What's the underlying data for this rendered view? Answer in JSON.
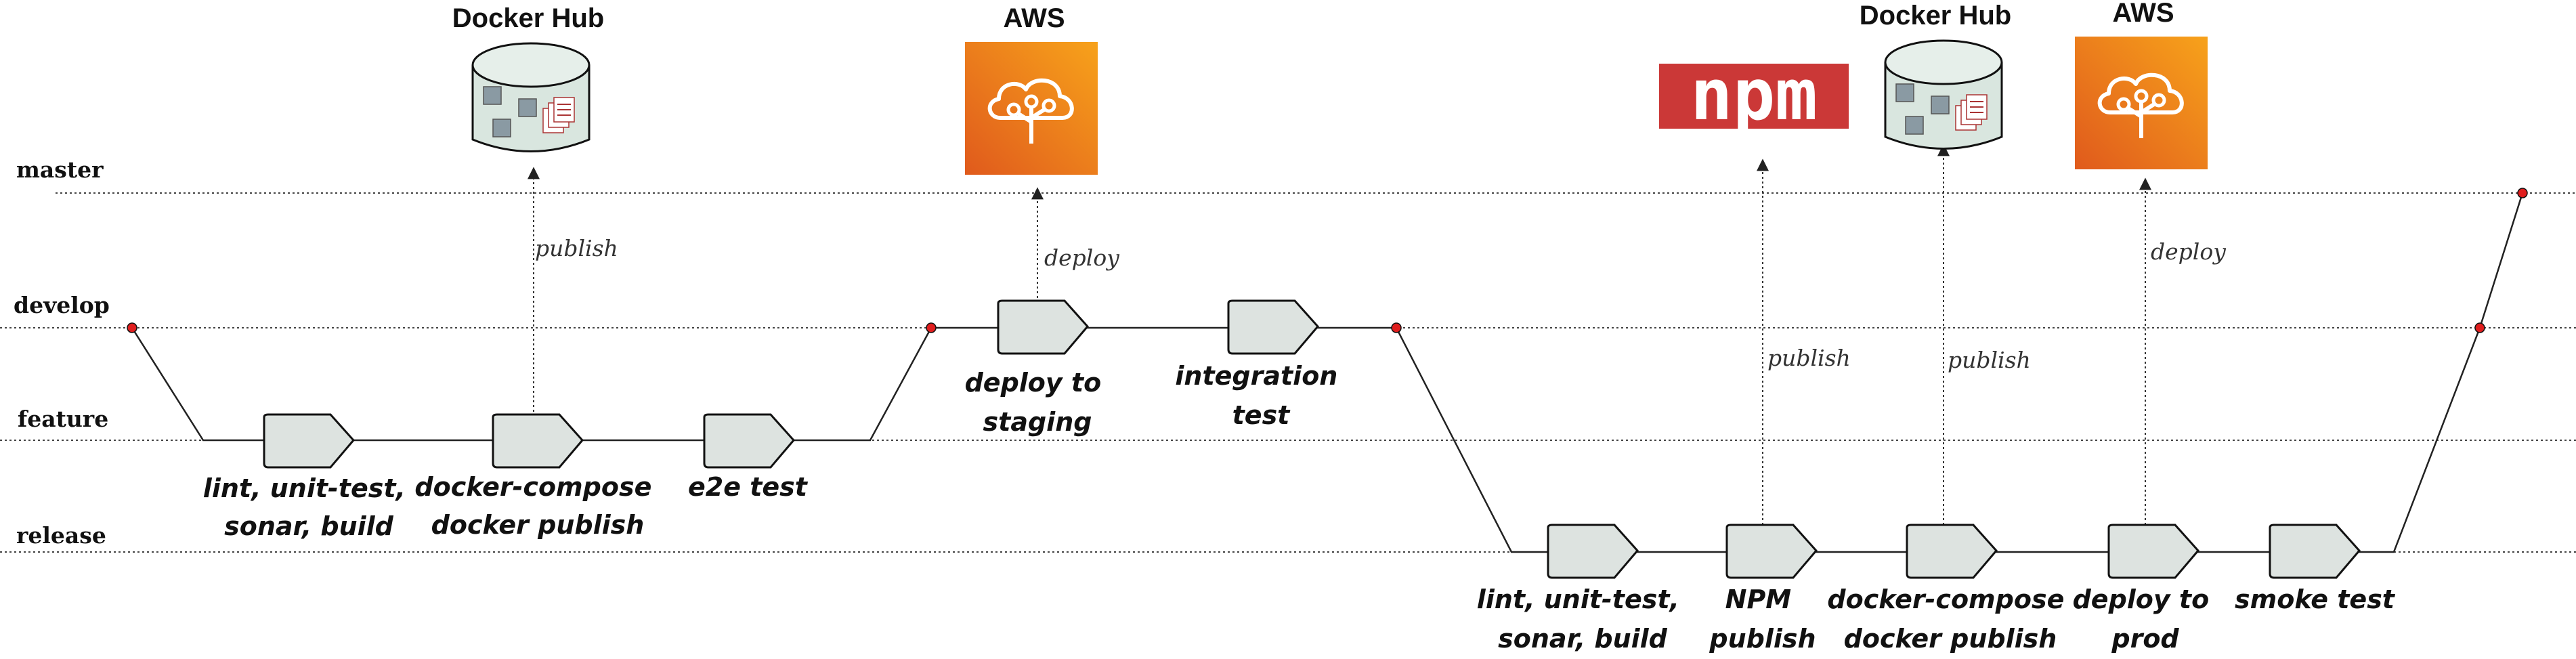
{
  "lanes": {
    "master": "master",
    "develop": "develop",
    "feature": "feature",
    "release": "release"
  },
  "steps": {
    "feature_lint": [
      "lint, unit-test,",
      "sonar, build"
    ],
    "feature_compose": [
      "docker-compose",
      "docker publish"
    ],
    "feature_e2e": [
      "e2e test"
    ],
    "develop_deploy": [
      "deploy to",
      "staging"
    ],
    "develop_integration": [
      "integration",
      "test"
    ],
    "release_lint": [
      "lint, unit-test,",
      "sonar, build"
    ],
    "release_npm": [
      "NPM",
      "publish"
    ],
    "release_compose": [
      "docker-compose",
      "docker publish"
    ],
    "release_deploy": [
      "deploy to",
      "prod"
    ],
    "release_smoke": [
      "smoke test"
    ]
  },
  "arrows": {
    "publish": "publish",
    "deploy": "deploy"
  },
  "targets": {
    "docker_hub": "Docker Hub",
    "aws": "AWS",
    "npm": "npm"
  },
  "colors": {
    "node": "#e01e1e",
    "step_fill": "#dde3e0",
    "aws_top": "#f7a21b",
    "aws_bottom": "#e05a1c",
    "npm_red": "#cb3837",
    "docker_fill": "#d9e6df"
  }
}
